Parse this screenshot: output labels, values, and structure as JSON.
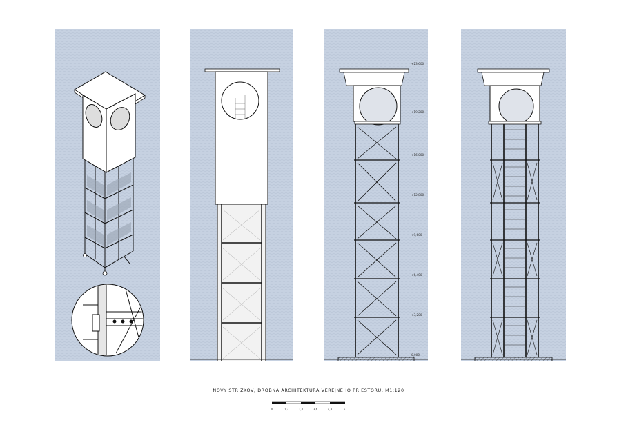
{
  "caption": "NOVÝ STŘÍŽKOV, DROBNÁ ARCHITEKTÚRA VEREJNÉHO PRIESTORU, M1:120",
  "levels": [
    "+23,600",
    "+19,200",
    "+16,000",
    "+12,800",
    "+9,600",
    "+6,400",
    "+3,200",
    "0,000"
  ],
  "scale_ticks": [
    "0",
    "1,2",
    "2,4",
    "3,6",
    "4,8",
    "6"
  ],
  "colors": {
    "background": "#c8d3e2",
    "line": "#111111",
    "paper": "#ffffff"
  }
}
